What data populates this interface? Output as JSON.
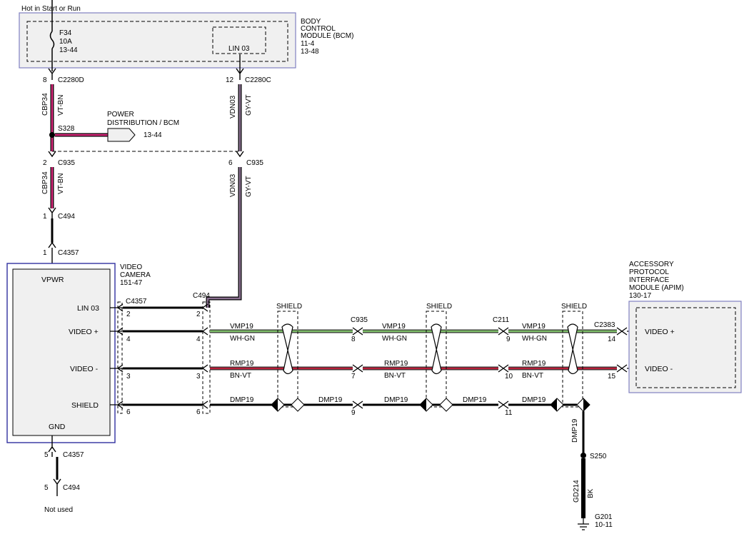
{
  "top_label": "Hot in Start or Run",
  "bcm": {
    "title": [
      "BODY",
      "CONTROL",
      "MODULE (BCM)",
      "11-4",
      "13-48"
    ],
    "fuse": [
      "F34",
      "10A",
      "13-44"
    ],
    "lin_box": "LIN 03"
  },
  "left_wire": {
    "pin_8": "8",
    "c2280d": "C2280D",
    "circuit_a": "CBP34",
    "color_a": "VT-BN",
    "splice": "S328",
    "pin_2": "2",
    "c935": "C935",
    "circuit_b": "CBP34",
    "color_b": "VT-BN",
    "pin_1a": "1",
    "c494": "C494",
    "pin_1b": "1",
    "c4357": "C4357"
  },
  "power_dist": {
    "lines": [
      "POWER",
      "DISTRIBUTION / BCM"
    ],
    "ref": "13-44"
  },
  "mid_wire": {
    "pin_12": "12",
    "c2280c": "C2280C",
    "circuit_a": "VDN03",
    "color_a": "GY-VT",
    "pin_6": "6",
    "c935": "C935",
    "circuit_b": "VDN03",
    "color_b": "GY-VT"
  },
  "camera": {
    "title": [
      "VIDEO",
      "CAMERA",
      "151-47"
    ],
    "vpwr": "VPWR",
    "lin": "LIN 03",
    "video_plus": "VIDEO +",
    "video_minus": "VIDEO -",
    "shield": "SHIELD",
    "gnd": "GND"
  },
  "camera_conn": {
    "c4357": "C4357",
    "c494": "C494",
    "p2a": "2",
    "p2b": "2",
    "p4a": "4",
    "p4b": "4",
    "p3a": "3",
    "p3b": "3",
    "p6a": "6",
    "p6b": "6"
  },
  "gnd_wire": {
    "pin_5a": "5",
    "c4357": "C4357",
    "pin_5b": "5",
    "c494": "C494",
    "not_used": "Not used"
  },
  "shield_label": "SHIELD",
  "segments": [
    {
      "conn": "C935",
      "vmp": "VMP19",
      "vmp_color": "WH-GN",
      "rmp": "RMP19",
      "rmp_color": "BN-VT",
      "dmp": "DMP19",
      "p_plus": "8",
      "p_minus": "7",
      "p_shield": "9"
    },
    {
      "conn": "C211",
      "vmp": "VMP19",
      "vmp_color": "WH-GN",
      "rmp": "RMP19",
      "rmp_color": "BN-VT",
      "dmp": "DMP19",
      "p_plus": "9",
      "p_minus": "10",
      "p_shield": "11"
    },
    {
      "conn": "C2383",
      "vmp": "VMP19",
      "vmp_color": "WH-GN",
      "rmp": "RMP19",
      "rmp_color": "BN-VT",
      "dmp": "DMP19",
      "p_plus": "14",
      "p_minus": "15"
    }
  ],
  "dmp_mid": [
    "DMP19",
    "DMP19"
  ],
  "apim": {
    "title": [
      "ACCESSORY",
      "PROTOCOL",
      "INTERFACE",
      "MODULE (APIM)",
      "130-17"
    ],
    "video_plus": "VIDEO +",
    "video_minus": "VIDEO -"
  },
  "ground": {
    "circuit_top": "DMP19",
    "splice": "S250",
    "circuit": "GD214",
    "color": "BK",
    "point": "G201",
    "ref": "10-11"
  },
  "colors": {
    "module_fill": "#f0f0f0",
    "module_border": "#8080c0",
    "camera_border": "#3030a0",
    "vt_bn": "#d6287a",
    "gy_vt": "#8a7090",
    "wh_gn": "#7fbf6a",
    "bn_vt": "#b8203a",
    "wire": "#000000"
  }
}
